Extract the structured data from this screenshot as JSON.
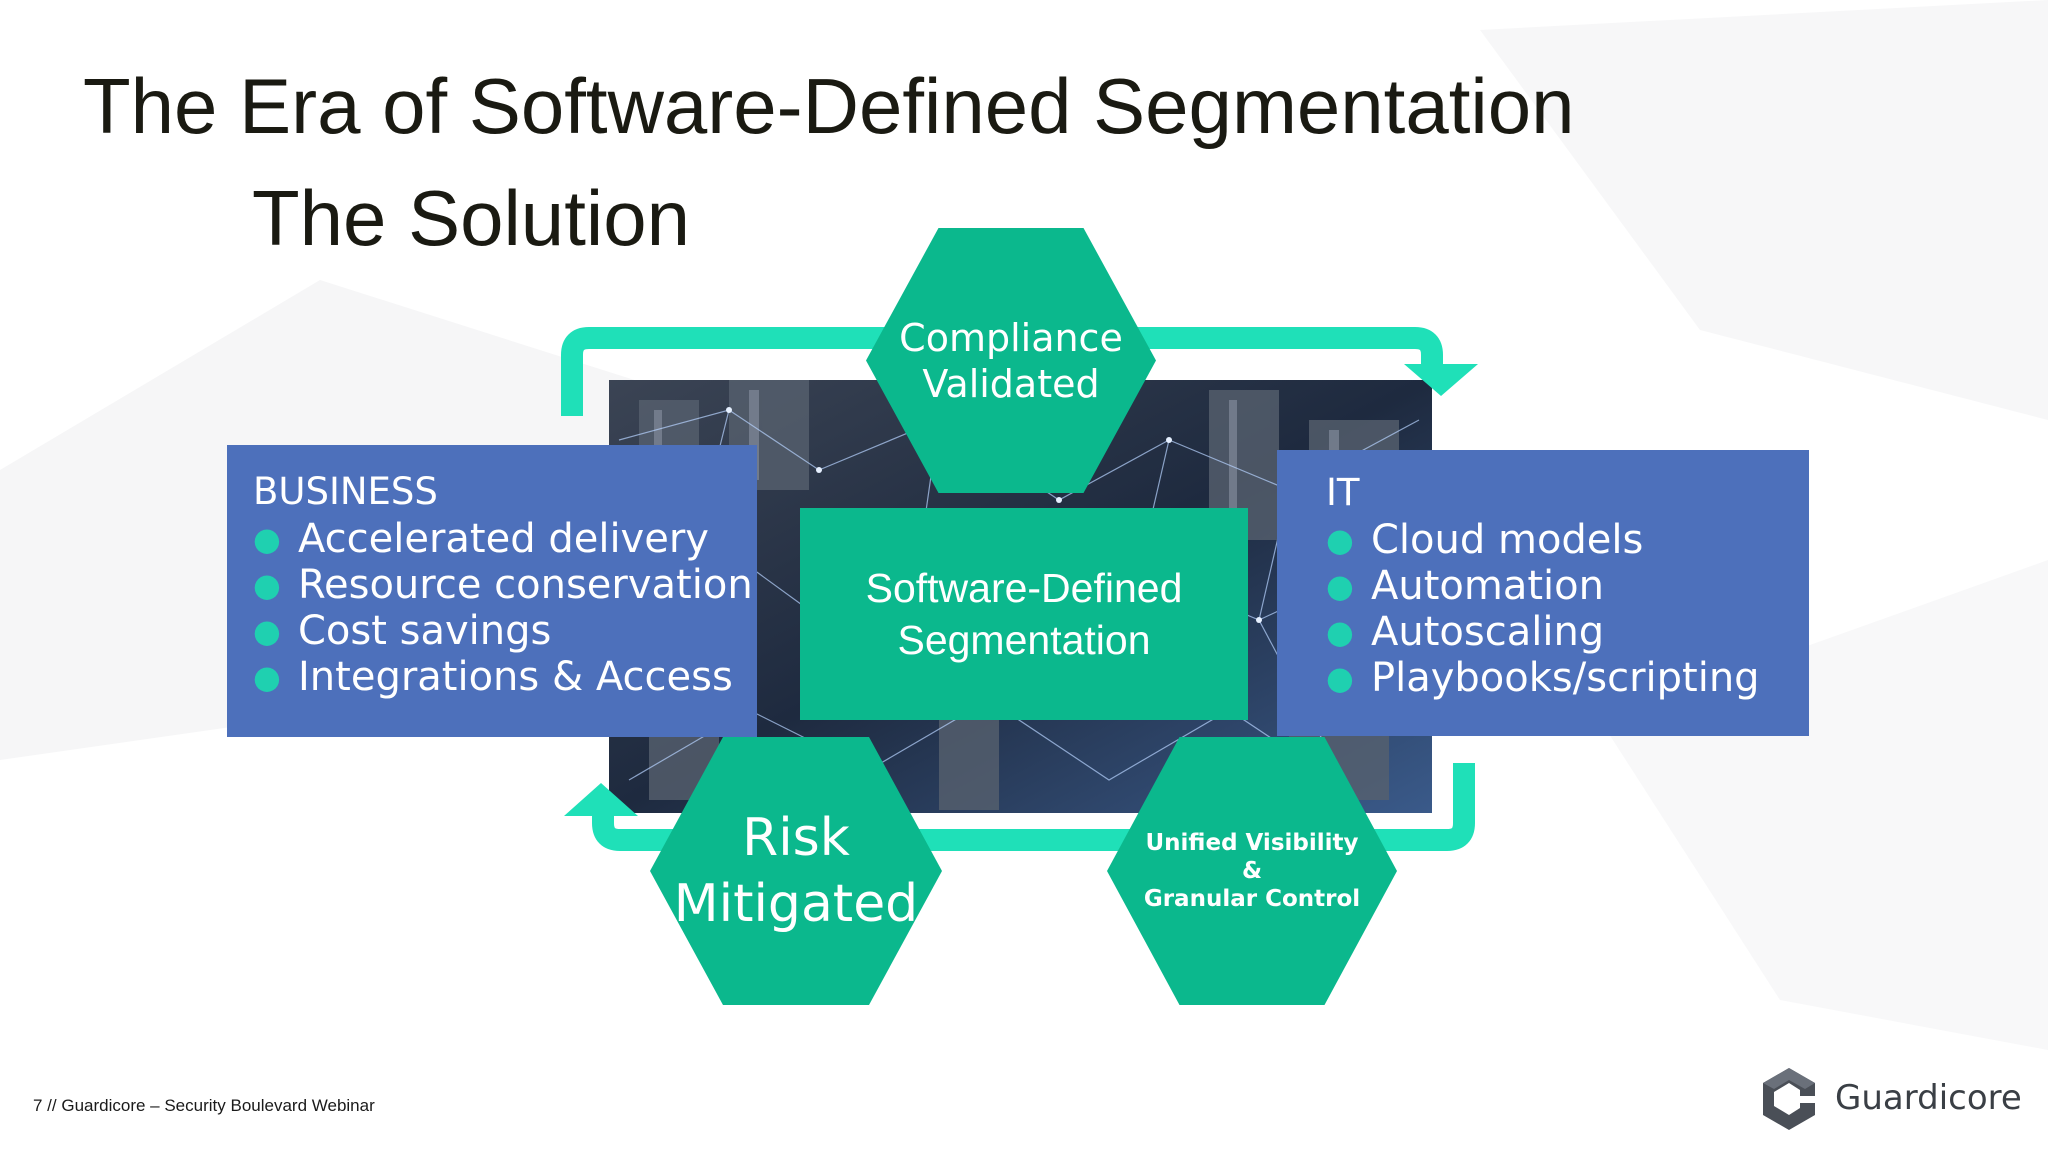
{
  "slide": {
    "title": "The Era of Software-Defined Segmentation",
    "subtitle": "The Solution"
  },
  "business": {
    "heading": "BUSINESS",
    "items": [
      "Accelerated delivery",
      "Resource conservation",
      "Cost savings",
      "Integrations & Access"
    ]
  },
  "it": {
    "heading": "IT",
    "items": [
      "Cloud models",
      "Automation",
      "Autoscaling",
      "Playbooks/scripting"
    ]
  },
  "center": {
    "line1": "Software-Defined",
    "line2": "Segmentation"
  },
  "hexagons": {
    "compliance": {
      "line1": "Compliance",
      "line2": "Validated"
    },
    "risk": {
      "line1": "Risk",
      "line2": "Mitigated"
    },
    "unified": {
      "line1": "Unified Visibility",
      "line2": "&",
      "line3": "Granular Control"
    }
  },
  "footer": {
    "text": "7 // Guardicore – Security Boulevard Webinar"
  },
  "logo": {
    "name": "Guardicore"
  },
  "colors": {
    "teal": "#0bb88d",
    "arrow_teal": "#1fe0b8",
    "panel_blue": "#4d70bb",
    "bullet_teal": "#1fd0b0",
    "title_text": "#1a1a12"
  },
  "icons": {
    "bullet": "bullet-dot-icon",
    "logo_mark": "guardicore-logo-icon",
    "cycle_arrows": "cycle-arrow-icon"
  }
}
